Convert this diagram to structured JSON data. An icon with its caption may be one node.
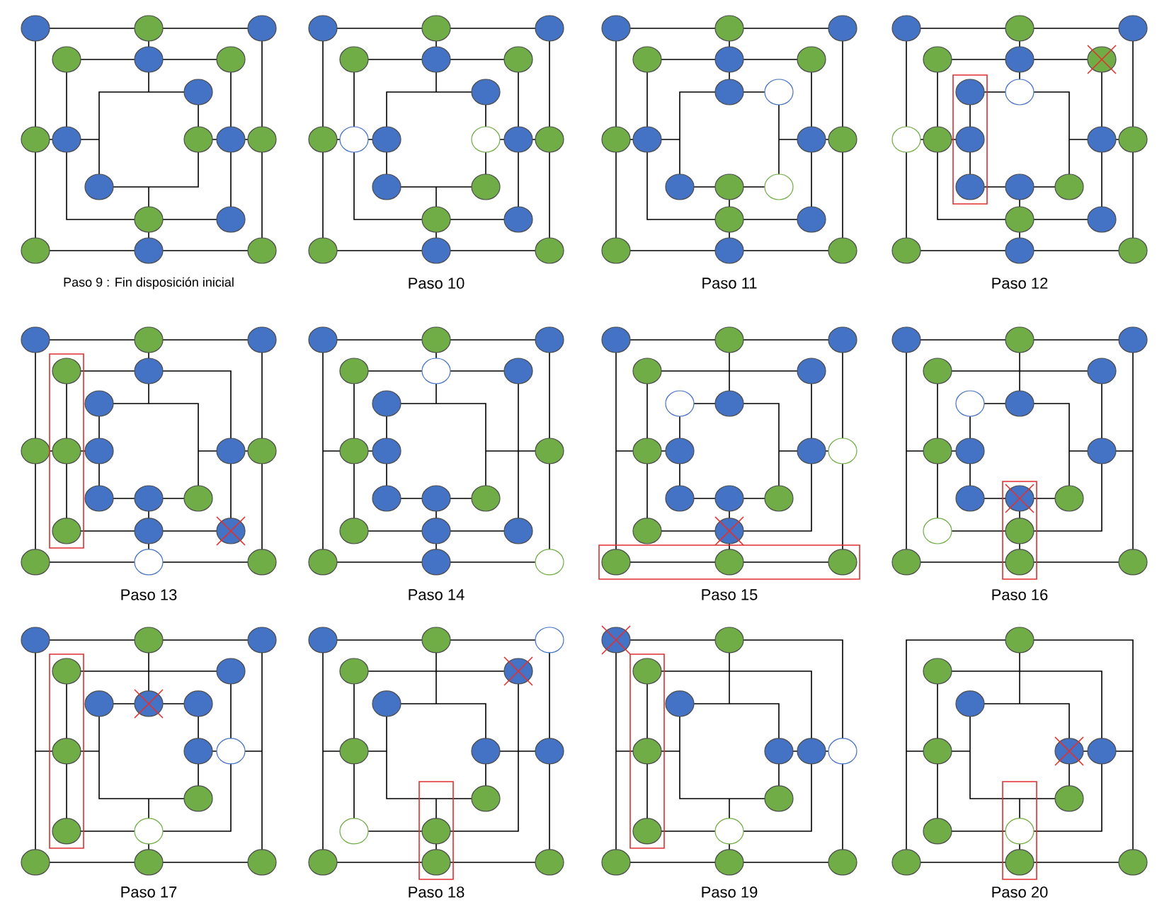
{
  "diagram": {
    "labels": [
      "Paso 9 : Fin disposición inicial",
      "Paso 10",
      "Paso 11",
      "Paso 12",
      "Paso 13",
      "Paso 14",
      "Paso 15",
      "Paso 16",
      "Paso 17",
      "Paso 18",
      "Paso 19",
      "Paso 20"
    ]
  }
}
